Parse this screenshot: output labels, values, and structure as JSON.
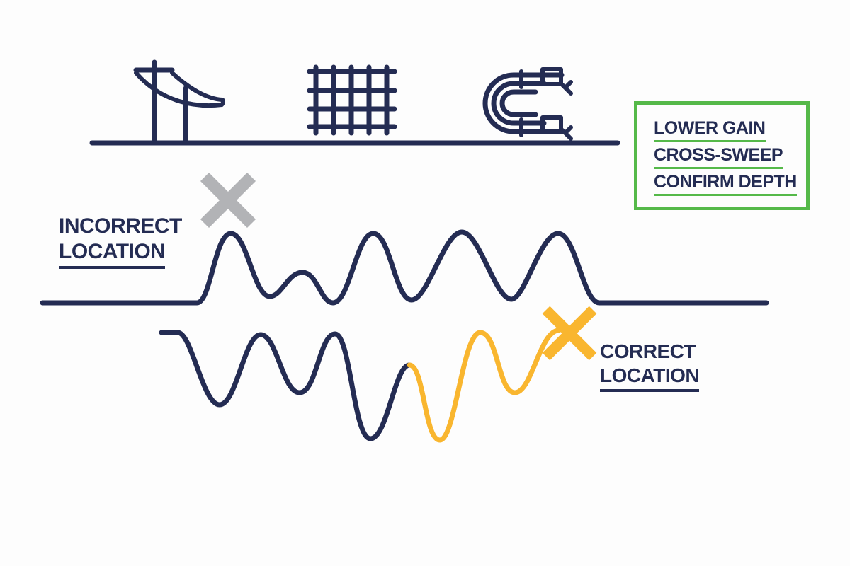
{
  "title": "Utility locating signal diagram",
  "colors": {
    "navy": "#242c53",
    "yellow": "#f9b62f",
    "gray": "#b2b3b6",
    "green": "#55b949",
    "background": "#fdfdfd"
  },
  "icons": {
    "power_pole": "power-pole-icon",
    "buried_grid": "buried-grid-icon",
    "conduit_bend": "conduit-bend-icon"
  },
  "labels": {
    "incorrect": {
      "line1": "INCORRECT",
      "line2": "LOCATION"
    },
    "correct": {
      "line1": "CORRECT",
      "line2": "LOCATION"
    }
  },
  "checklist": {
    "items": [
      "LOWER GAIN",
      "CROSS-SWEEP",
      "CONFIRM DEPTH"
    ]
  },
  "waveforms": {
    "incorrect": {
      "description": "multi-peak signal response, peak marked with gray X at wrong spot",
      "marker": "gray-x"
    },
    "correct": {
      "description": "inverted signal response, final section highlighted yellow, marked with yellow X",
      "marker": "yellow-x"
    }
  }
}
